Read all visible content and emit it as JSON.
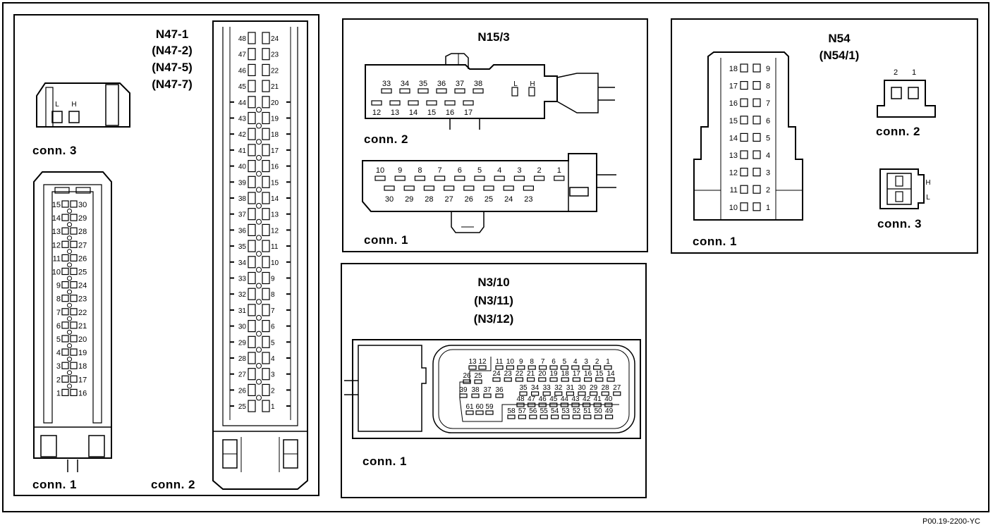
{
  "figure_ref": "P00.19-2200-YC",
  "panels": {
    "n47": {
      "titles": [
        "N47-1",
        "(N47-2)",
        "(N47-5)",
        "(N47-7)"
      ],
      "conn1_label": "conn. 1",
      "conn2_label": "conn. 2",
      "conn3_label": "conn. 3",
      "conn3_pins": [
        "L",
        "H"
      ],
      "conn1_left_pins": [
        "15",
        "14",
        "13",
        "12",
        "11",
        "10",
        "9",
        "8",
        "7",
        "6",
        "5",
        "4",
        "3",
        "2",
        "1"
      ],
      "conn1_right_pins": [
        "30",
        "29",
        "28",
        "27",
        "26",
        "25",
        "24",
        "23",
        "22",
        "21",
        "20",
        "19",
        "18",
        "17",
        "16"
      ],
      "conn2_left_pins": [
        "48",
        "47",
        "46",
        "45",
        "44",
        "43",
        "42",
        "41",
        "40",
        "39",
        "38",
        "37",
        "36",
        "35",
        "34",
        "33",
        "32",
        "31",
        "30",
        "29",
        "28",
        "27",
        "26",
        "25"
      ],
      "conn2_right_pins": [
        "24",
        "23",
        "22",
        "21",
        "20",
        "19",
        "18",
        "17",
        "16",
        "15",
        "14",
        "13",
        "12",
        "11",
        "10",
        "9",
        "8",
        "7",
        "6",
        "5",
        "4",
        "3",
        "2",
        "1"
      ]
    },
    "n15": {
      "title": "N15/3",
      "conn1_label": "conn. 1",
      "conn2_label": "conn. 2",
      "conn2_top_pins": [
        "33",
        "34",
        "35",
        "36",
        "37",
        "38"
      ],
      "conn2_bottom_pins": [
        "12",
        "13",
        "14",
        "15",
        "16",
        "17"
      ],
      "conn2_side_pins": [
        "L",
        "H"
      ],
      "conn1_top_pins": [
        "10",
        "9",
        "8",
        "7",
        "6",
        "5",
        "4",
        "3",
        "2",
        "1"
      ],
      "conn1_bottom_pins": [
        "30",
        "29",
        "28",
        "27",
        "26",
        "25",
        "24",
        "23"
      ]
    },
    "n54": {
      "titles": [
        "N54",
        "(N54/1)"
      ],
      "conn1_label": "conn. 1",
      "conn2_label": "conn. 2",
      "conn3_label": "conn. 3",
      "conn1_left_pins": [
        "18",
        "17",
        "16",
        "15",
        "14",
        "13",
        "12",
        "11",
        "10"
      ],
      "conn1_right_pins": [
        "9",
        "8",
        "7",
        "6",
        "5",
        "4",
        "3",
        "2",
        "1"
      ],
      "conn2_pins": [
        "2",
        "1"
      ],
      "conn3_pins": [
        "H",
        "L"
      ]
    },
    "n3": {
      "titles": [
        "N3/10",
        "(N3/11)",
        "(N3/12)"
      ],
      "conn1_label": "conn. 1",
      "row1_left": [
        "13",
        "12"
      ],
      "row1_right": [
        "11",
        "10",
        "9",
        "8",
        "7",
        "6",
        "5",
        "4",
        "3",
        "2",
        "1"
      ],
      "row2_left": [
        "26",
        "25"
      ],
      "row2_right": [
        "24",
        "23",
        "22",
        "21",
        "20",
        "19",
        "18",
        "17",
        "16",
        "15",
        "14"
      ],
      "row3_left": [
        "39",
        "38",
        "37",
        "36"
      ],
      "row3_right": [
        "35",
        "34",
        "33",
        "32",
        "31",
        "30",
        "29",
        "28",
        "27"
      ],
      "row4_right": [
        "48",
        "47",
        "46",
        "45",
        "44",
        "43",
        "42",
        "41",
        "40"
      ],
      "row5_left": [
        "61",
        "60",
        "59"
      ],
      "row5_right": [
        "58",
        "57",
        "56",
        "55",
        "54",
        "53",
        "52",
        "51",
        "50",
        "49"
      ]
    }
  }
}
